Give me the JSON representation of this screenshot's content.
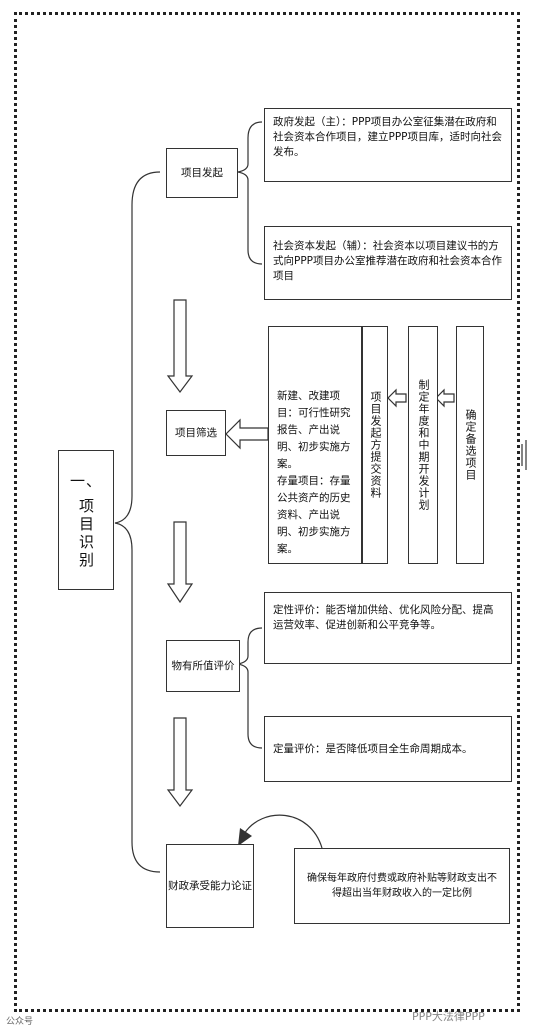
{
  "main": {
    "title_line1": "一、",
    "title_line2": "项目识别"
  },
  "stages": {
    "initiation": {
      "label": "项目发起",
      "gov": "政府发起（主）：PPP项目办公室征集潜在政府和社会资本合作项目，建立PPP项目库，适时向社会发布。",
      "social": "社会资本发起（辅）：社会资本以项目建议书的方式向PPP项目办公室推荐潜在政府和社会资本合作项目"
    },
    "screening": {
      "label": "项目筛选",
      "materials": "新建、改建项目：可行性研究报告、产出说明、初步实施方案。\n存量项目：存量公共资产的历史资料、产出说明、初步实施方案。",
      "submit": "项目发起方提交资料",
      "plan": "制定年度和中期开发计划",
      "confirm": "确定备选项目"
    },
    "vfm": {
      "label": "物有所值评价",
      "qualitative": "定性评价：能否增加供给、优化风险分配、提高运营效率、促进创新和公平竞争等。",
      "quantitative": "定量评价：是否降低项目全生命周期成本。"
    },
    "fiscal": {
      "label": "财政承受能力论证",
      "desc": "确保每年政府付费或政府补贴等财政支出不得超出当年财政收入的一定比例"
    }
  },
  "watermark": {
    "left": "公众号",
    "right": "PPP大法律PPP"
  }
}
